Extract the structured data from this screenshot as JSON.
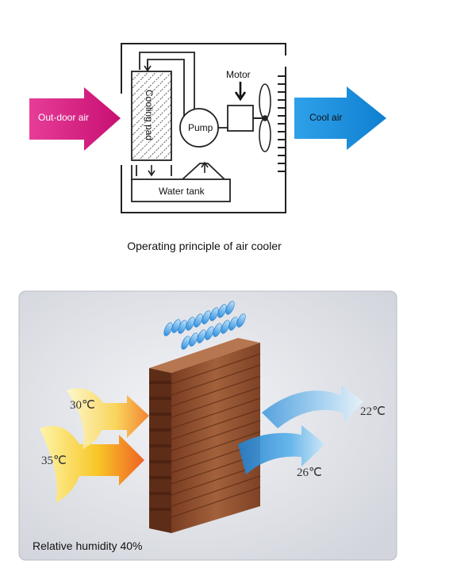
{
  "schematic": {
    "labels": {
      "outdoor_air": "Out-door air",
      "cool_air": "Cool air",
      "motor": "Motor",
      "pump": "Pump",
      "cooling_pad": "Cooling pad",
      "water_tank": "Water tank"
    },
    "caption": "Operating principle of air cooler",
    "colors": {
      "outdoor_arrow": "#d6157f",
      "cool_arrow": "#1e8fde",
      "line": "#222222"
    }
  },
  "illustration": {
    "temps": {
      "in_low": "30℃",
      "in_high": "35℃",
      "out_mid": "26℃",
      "out_low": "22℃"
    },
    "humidity": "Relative humidity 40%",
    "colors": {
      "pad": "#8b4a2b",
      "warm_air": "#f7b21c",
      "cool_air": "#4aa3e0",
      "panel_bg": "#dfe1e6"
    }
  }
}
